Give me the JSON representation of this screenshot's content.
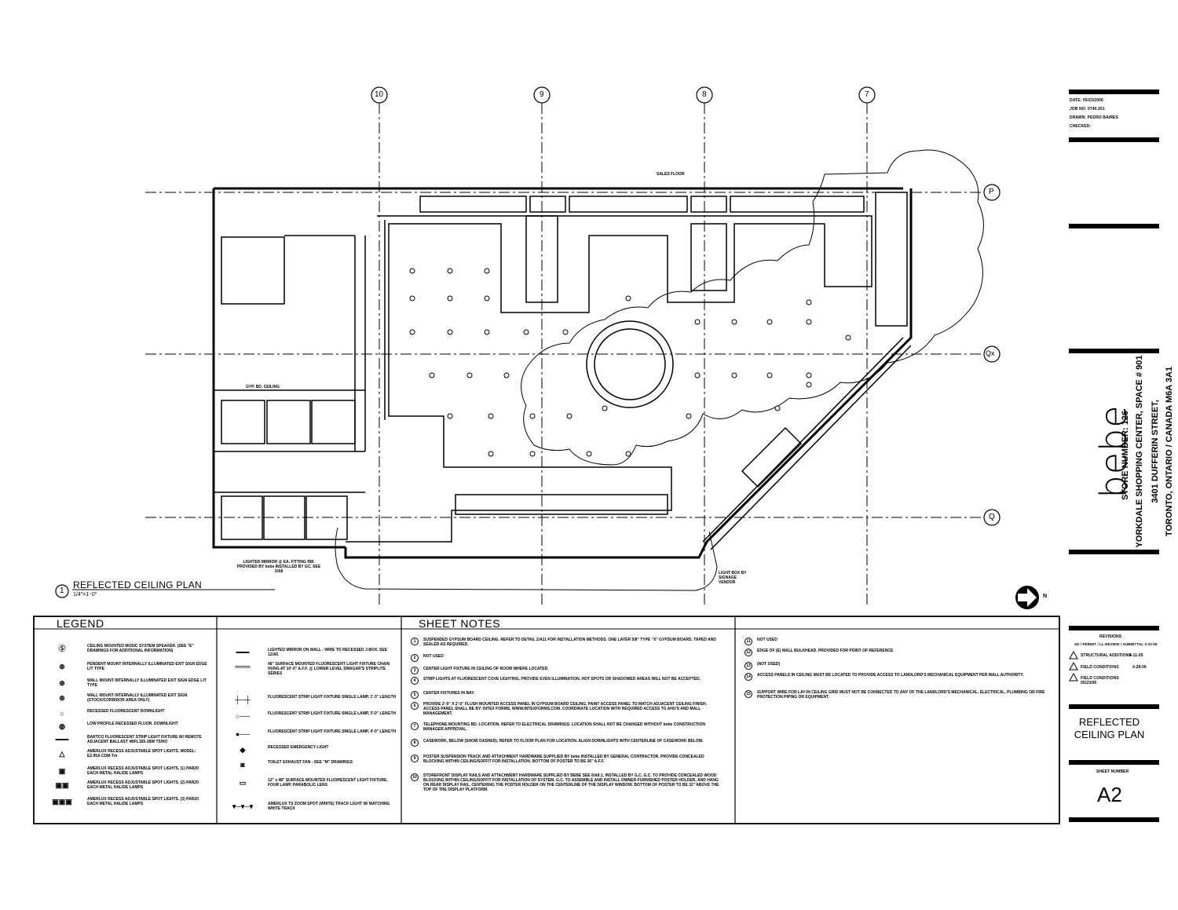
{
  "grid_labels": {
    "top": [
      "10",
      "9",
      "8",
      "7"
    ],
    "right": [
      "P",
      "Qx",
      "Q"
    ]
  },
  "plan_title": {
    "number": "1",
    "title": "REFLECTED CEILING PLAN",
    "scale": "1/4\"=1'-0\""
  },
  "north_label": "N",
  "legend": {
    "title": "LEGEND",
    "col1": [
      {
        "icon": "speaker-icon",
        "glyph": "S",
        "text": "CEILING MOUNTED MUSIC SYSTEM SPEAKER. (SEE \"E\" DRAWINGS FOR ADDITIONAL INFORMATION)"
      },
      {
        "icon": "pendant-exit-sign-icon",
        "glyph": "⊕",
        "text": "PENDENT MOUNT INTERNALLY ILLUMINATED EXIT SIGN EDGE LIT TYPE"
      },
      {
        "icon": "wall-exit-sign-icon",
        "glyph": "⊕",
        "text": "WALL MOUNT INTERNALLY ILLUMINATED EXIT SIGN EDGE LIT TYPE"
      },
      {
        "icon": "wall-exit-sign-stock-icon",
        "glyph": "⊕",
        "text": "WALL MOUNT INTERNALLY ILLUMINATED EXIT SIGN (STOCK/CORRIDOR AREA ONLY)"
      },
      {
        "icon": "recessed-downlight-icon",
        "glyph": "○",
        "text": "RECESSED FLUORESCENT DOWNLIGHT"
      },
      {
        "icon": "low-profile-downlight-icon",
        "glyph": "◍",
        "text": "LOW PROFILE RECESSED FLUOR. DOWNLIGHT"
      },
      {
        "icon": "strip-light-icon",
        "glyph": "━",
        "text": "BARTCO FLUORESCENT STRIP LIGHT FIXTURE W/ REMOTE ADJACENT BALLAST #BFL165-28W T5/HO"
      },
      {
        "icon": "spot-light-triangle-icon",
        "glyph": "△",
        "text": "AMERLUX RECESS ADJUSTABLE SPOT LIGHTS. MODEL: E2.95A CDM-Tm"
      },
      {
        "icon": "spot-light-single-icon",
        "glyph": "▣",
        "text": "AMERLUX RECESS ADJUSTABLE SPOT LIGHTS. (1) PAR20 EACH METAL HALIDE LAMPS"
      },
      {
        "icon": "spot-light-double-icon",
        "glyph": "▣▣",
        "text": "AMERLUX RECESS ADJUSTABLE SPOT LIGHTS. (2) PAR20 EACH METAL HALIDE LAMPS"
      },
      {
        "icon": "spot-light-triple-icon",
        "glyph": "▣▣▣",
        "text": "AMERLUX RECESS ADJUSTABLE SPOT LIGHTS. (3) PAR20 EACH METAL HALIDE LAMPS"
      }
    ],
    "col2": [
      {
        "icon": "mirror-light-icon",
        "glyph": "━━━",
        "text": "LIGHTED MIRROR ON WALL - WIRE TO RECESSED J-BOX. SEE 12/A5"
      },
      {
        "icon": "surface-fluorescent-icon",
        "glyph": "═══",
        "text": "48\" SURFACE MOUNTED FLUORESCENT LIGHT FIXTURE CHAIN HUNG AT 10'-0\" A.F.F. @ LOWER LEVEL SWAGAR'S STRIPLITE SERIES"
      },
      {
        "icon": "strip-1ft-icon",
        "glyph": "┼─┼",
        "text": "FLUORESCENT STRIP LIGHT FIXTURE SINGLE LAMP, 1'-3\" LENGTH"
      },
      {
        "icon": "strip-3ft-icon",
        "glyph": "○──",
        "text": "FLUORESCENT STRIP LIGHT FIXTURE SINGLE LAMP, 3'-0\" LENGTH"
      },
      {
        "icon": "strip-4ft-icon",
        "glyph": "●──",
        "text": "FLUORESCENT STRIP LIGHT FIXTURE SINGLE LAMP, 4'-0\" LENGTH"
      },
      {
        "icon": "emergency-light-icon",
        "glyph": "◆",
        "text": "RECESSED EMERGENCY LIGHT"
      },
      {
        "icon": "exhaust-fan-icon",
        "glyph": "◙",
        "text": "TOILET EXHAUST FAN - SEE \"M\" DRAWINGS"
      },
      {
        "icon": "surface-light-icon",
        "glyph": "▭",
        "text": "12\" x 48\" SURFACE MOUNTED FLUORESCENT LIGHT FIXTURE, FOUR LAMP, PARABOLIC LENS"
      },
      {
        "icon": "track-light-icon",
        "glyph": "▾─▾─▾",
        "text": "AMERLUX TS ZOOM SPOT (WHITE) TRACK LIGHT W/ MATCHING WHITE TRACK"
      }
    ]
  },
  "sheet_notes": {
    "title": "SHEET NOTES",
    "col1": [
      {
        "n": "1",
        "text": "SUSPENDED GYPSUM BOARD CEILING. REFER TO DETAIL 2/A11 FOR INSTALLATION METHODS. ONE LAYER 5/8\" TYPE \"X\" GYPSUM BOARD, TAPED AND SEALED AS REQUIRED."
      },
      {
        "n": "2",
        "text": "NOT USED"
      },
      {
        "n": "3",
        "text": "CENTER LIGHT FIXTURE IN CEILING OF ROOM WHERE LOCATED."
      },
      {
        "n": "4",
        "text": "STRIP LIGHTS AT FLUORESCENT COVE LIGHTING. PROVIDE EVEN ILLUMINATION. HOT SPOTS OR SHADOWED AREAS WILL NOT BE ACCEPTED."
      },
      {
        "n": "5",
        "text": "CENTER FIXTURES IN BAY."
      },
      {
        "n": "6",
        "text": "PROVIDE 2'-0\" X 2'-0\" FLUSH MOUNTED ACCESS PANEL IN GYPSUM BOARD CEILING. PAINT ACCESS PANEL TO MATCH ADJACENT CEILING FINISH. ACCESS PANEL SHALL BE BY: INTEX FORMS, WWW.INTEXFORMS.COM. COORDINATE LOCATION WITH REQUIRED ACCESS TO AHU'S AND MALL MANAGEMENT."
      },
      {
        "n": "7",
        "text": "TELEPHONE MOUNTING BD. LOCATION. REFER TO ELECTRICAL DRAWINGS. LOCATION SHALL NOT BE CHANGED WITHOUT bebe CONSTRUCTION MANAGER APPROVAL."
      },
      {
        "n": "8",
        "text": "CASEWORK, BELOW (SHOW DASHED), REFER TO FLOOR PLAN FOR LOCATION. ALIGN DOWNLIGHTS WITH CENTERLINE OF CASEWORK BELOW."
      },
      {
        "n": "9",
        "text": "POSTER SUSPENSION TRACK AND ATTACHMENT HARDWARE SUPPLIED BY bebe INSTALLED BY GENERAL CONTRACTOR. PROVIDE CONCEALED BLOCKING WITHIN CEILING/SOFFIT FOR INSTALLATION. BOTTOM OF POSTER TO BE 36\" A.F.F."
      },
      {
        "n": "10",
        "text": "STOREFRONT DISPLAY RAILS AND ATTACHMENT HARDWARE SUPPLIED BY BEBE SEE 6/A8.1, INSTALLED BY G.C. G.C. TO PROVIDE CONCEALED WOOD BLOCKING WITHIN CEILING/SOFFIT FOR INSTALLATION OF SYSTEM. G.C. TO ASSEMBLE AND INSTALL OWNER-FURNISHED POSTER HOLDER, AND HANG ON REAR DISPLAY RAIL, CENTERING THE POSTER HOLDER ON THE CENTERLINE OF THE DISPLAY WINDOW. BOTTOM OF POSTER TO BE 32\" ABOVE THE TOP OF THE DISPLAY PLATFORM."
      }
    ],
    "col2": [
      {
        "n": "11",
        "text": "NOT USED"
      },
      {
        "n": "12",
        "text": "EDGE OF (E) MALL BULKHEAD. PROVIDED FOR POINT OF REFERENCE"
      },
      {
        "n": "13",
        "text": "(NOT USED)"
      },
      {
        "n": "14",
        "text": "ACCESS PANELS IN CEILING MUST BE LOCATED TO PROVIDE ACCESS TO LANDLORD'S MECHANICAL EQUIPMENT PER MALL AUTHORITY."
      },
      {
        "n": "15",
        "text": "SUPPORT WIRE FOR LAY-IN CEILING GRID MUST NOT BE CONNECTED TO ANY OF THE LANDLORD'S MECHANICAL, ELECTRICAL, PLUMBING OR FIRE PROTECTION PIPING OR EQUIPMENT."
      }
    ]
  },
  "title_block": {
    "date": "DATE: 05/23/2006",
    "job": "JOB NO: 0740.201",
    "drawn": "DRAWN: PEDRO BAIRES",
    "checked": "CHECKED:",
    "brand": "bebe",
    "store_number": "STORE NUMBER: 126",
    "center": "YORKDALE SHOPPING CENTER, SPACE # 901",
    "street": "3401 DUFFERIN STREET,",
    "city": "TORONTO, ONTARIO / CANADA M6A 3A1",
    "revisions_title": "REVISIONS",
    "revisions_line": "SD / PERMIT / LL REVIEW / SUBMITTAL 3-23-06",
    "revisions": [
      {
        "label": "STRUCTURAL ADDITIONS",
        "date": "4-11-05"
      },
      {
        "label": "FIELD CONDITIONS",
        "date": "4-28-06"
      },
      {
        "label": "FIELD CONDITIONS 05/23/06",
        "date": ""
      }
    ],
    "sheet_title": "REFLECTED CEILING PLAN",
    "sheet_number_label": "SHEET NUMBER",
    "sheet_number": "A2"
  },
  "plan_notes": {
    "mirror_note": "LIGHTED MIRROR @ EA. FITTING RM. PROVIDED BY bebe INSTALLED BY GC. SEE 3/A8",
    "light_box": "LIGHT BOX BY SIGNAGE VENDOR",
    "sales_floor": "SALES FLOOR",
    "grid_ceiling": "GYP. BD. CEILING"
  }
}
